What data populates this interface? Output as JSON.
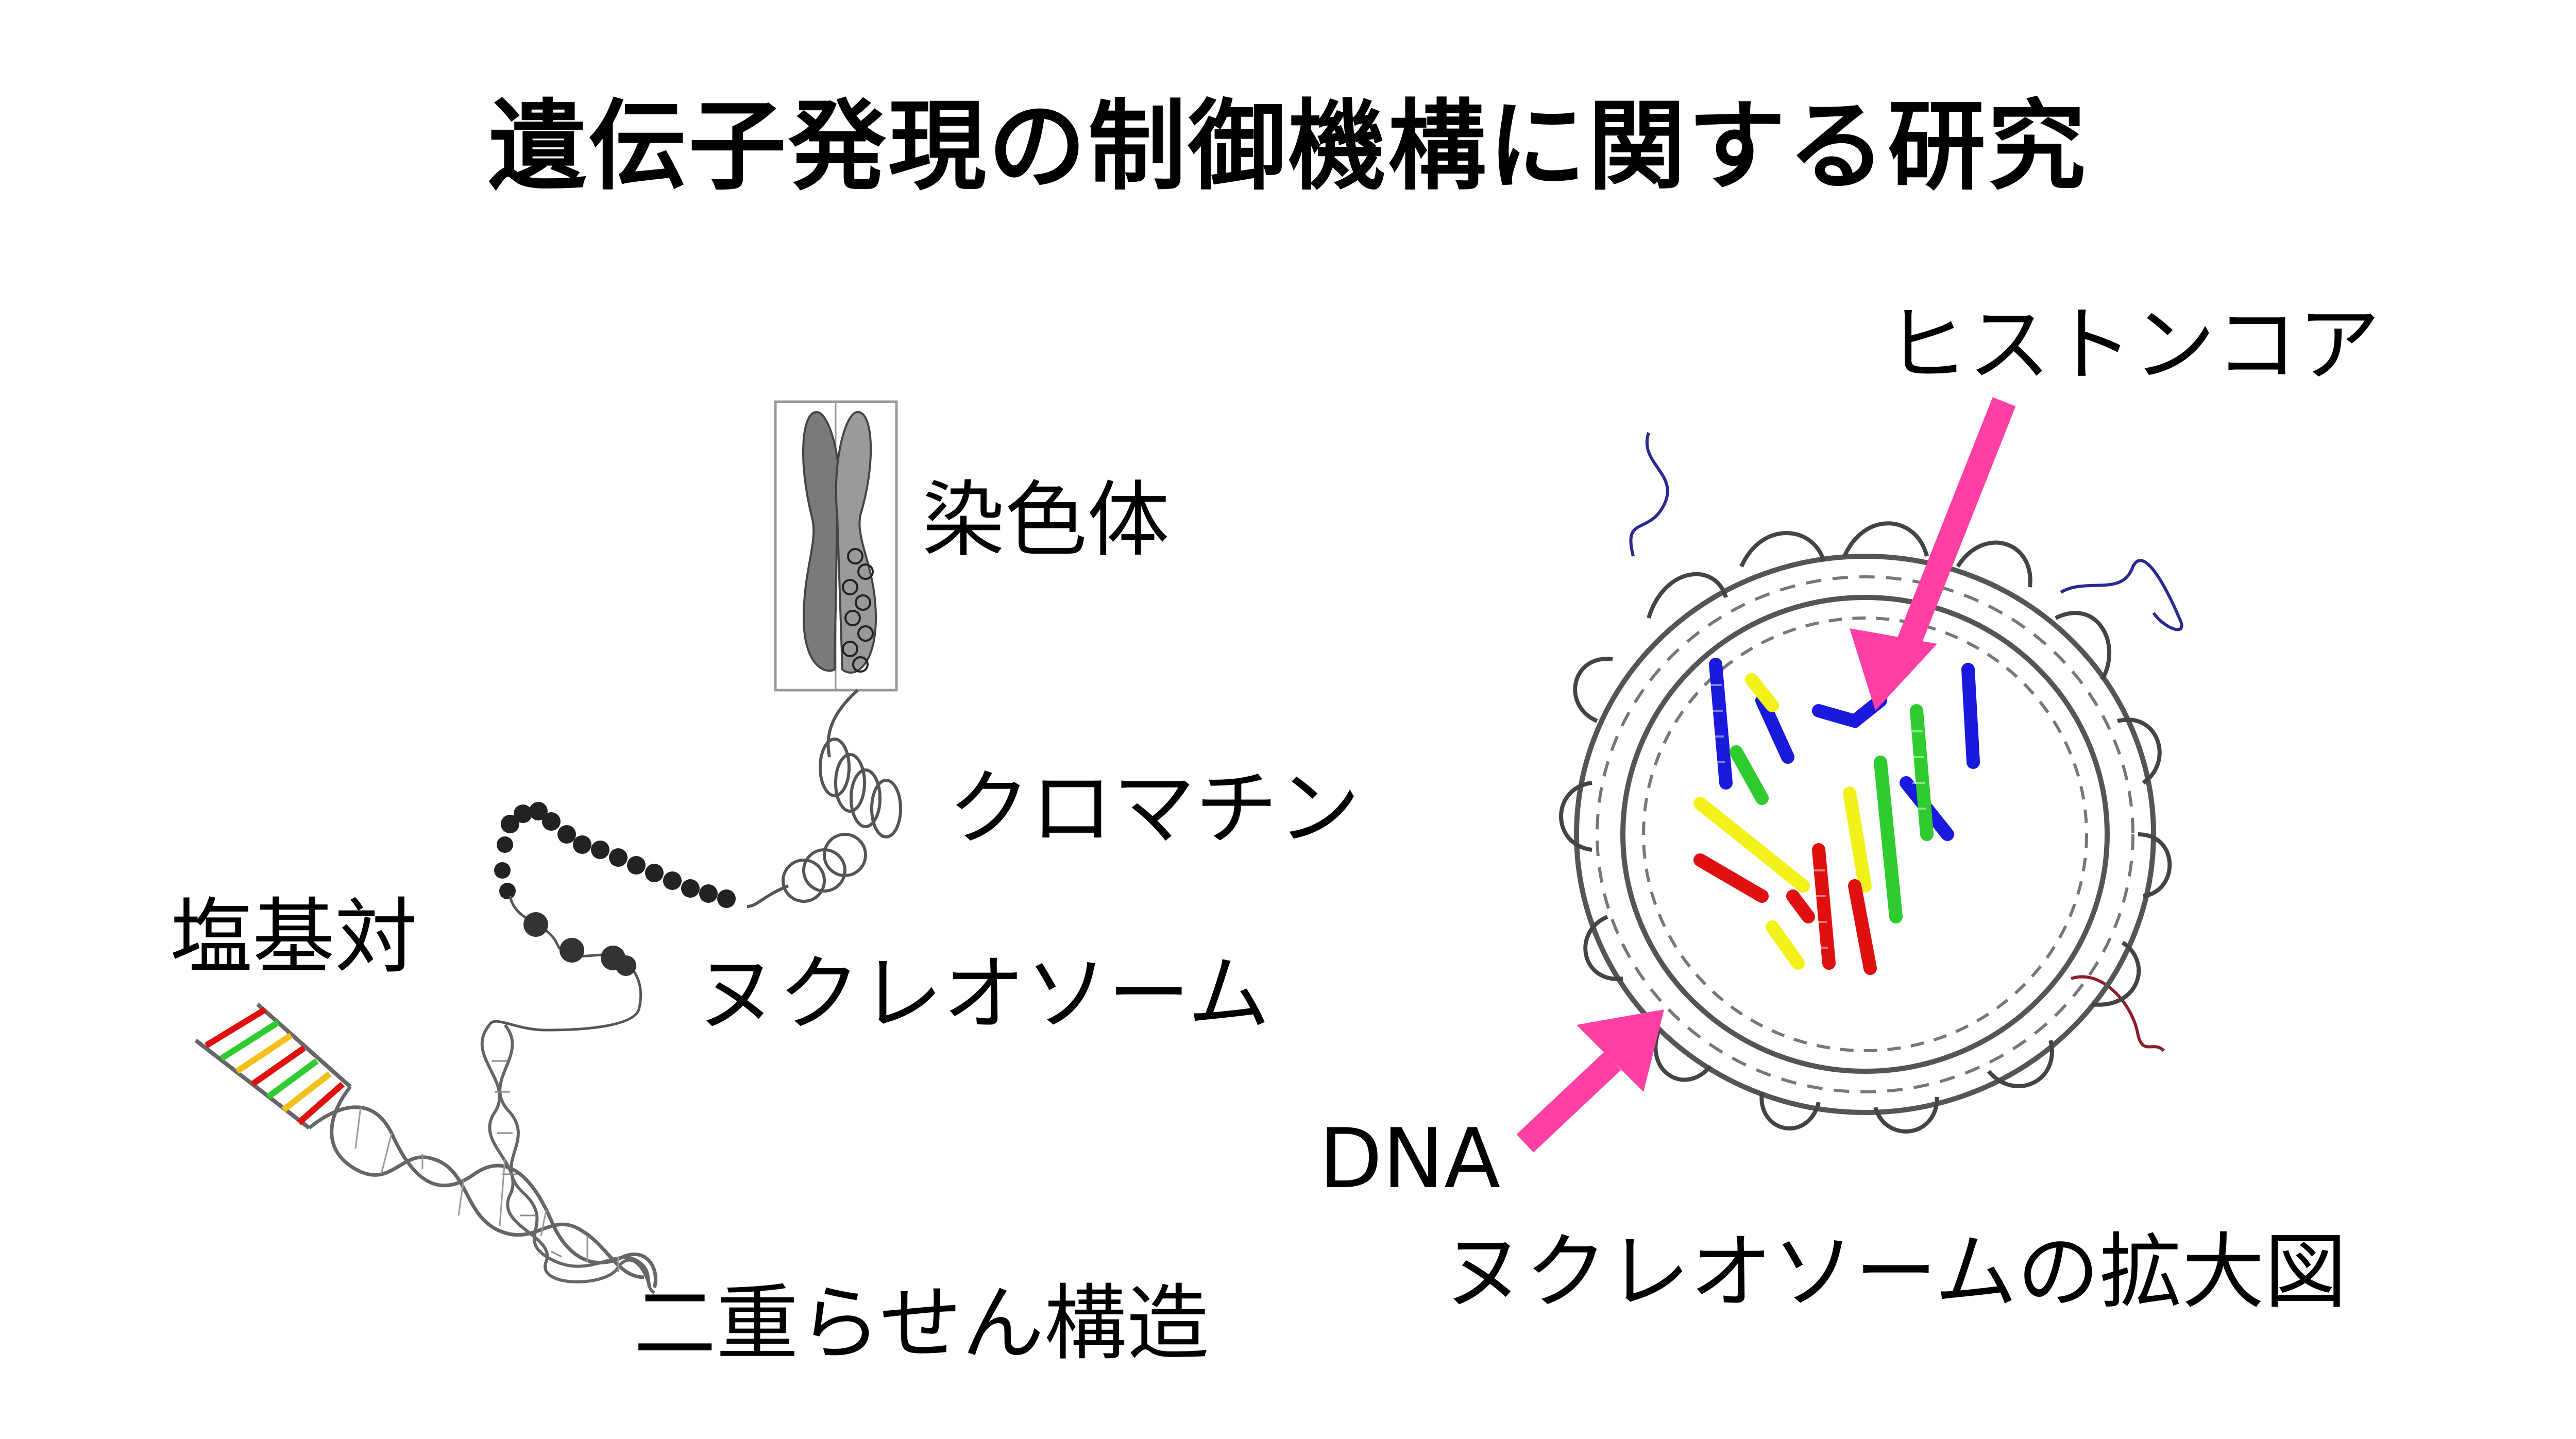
{
  "title": "遺伝子発現の制御機構に関する研究",
  "labels": {
    "chromosome": "染色体",
    "chromatin": "クロマチン",
    "base_pair": "塩基対",
    "nucleosome": "ヌクレオソーム",
    "double_helix": "二重らせん構造",
    "histone_core": "ヒストンコア",
    "dna": "DNA",
    "nucleosome_zoom": "ヌクレオソームの拡大図"
  },
  "colors": {
    "arrow": "#ff3fa4",
    "helix_blue": "#1a1adc",
    "helix_green": "#2ecc2e",
    "helix_yellow": "#f2f21a",
    "helix_red": "#e01010",
    "dna_gray": "#555555"
  }
}
